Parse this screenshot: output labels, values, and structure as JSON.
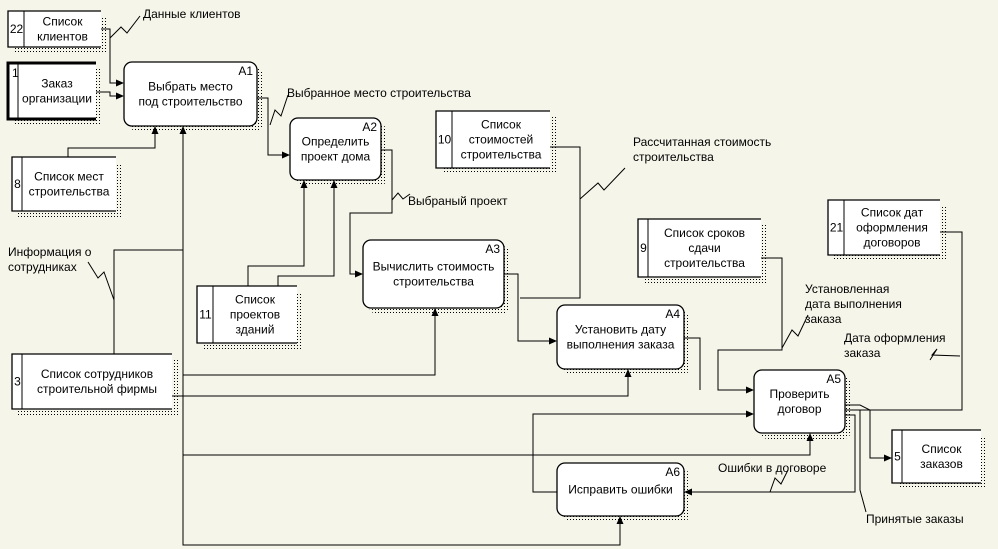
{
  "activities": [
    {
      "id": "A1",
      "lines": [
        "Выбрать место",
        "под строительство"
      ]
    },
    {
      "id": "A2",
      "lines": [
        "Определить",
        "проект дома"
      ]
    },
    {
      "id": "A3",
      "lines": [
        "Вычислить стоимость",
        "строительства"
      ]
    },
    {
      "id": "A4",
      "lines": [
        "Установить дату",
        "выполнения заказа"
      ]
    },
    {
      "id": "A5",
      "lines": [
        "Проверить",
        "договор"
      ]
    },
    {
      "id": "A6",
      "lines": [
        "Исправить ошибки"
      ]
    }
  ],
  "stores": [
    {
      "num": "22",
      "lines": [
        "Список",
        "клиентов"
      ]
    },
    {
      "num": "1",
      "lines": [
        "Заказ",
        "организации"
      ]
    },
    {
      "num": "8",
      "lines": [
        "Список мест",
        "строительства"
      ]
    },
    {
      "num": "11",
      "lines": [
        "Список",
        "проектов",
        "зданий"
      ]
    },
    {
      "num": "3",
      "lines": [
        "Список сотрудников",
        "строительной фирмы"
      ]
    },
    {
      "num": "10",
      "lines": [
        "Список",
        "стоимостей",
        "строительства"
      ]
    },
    {
      "num": "9",
      "lines": [
        "Список сроков",
        "сдачи",
        "строительства"
      ]
    },
    {
      "num": "21",
      "lines": [
        "Список дат",
        "оформления",
        "договоров"
      ]
    },
    {
      "num": "5",
      "lines": [
        "Список",
        "заказов"
      ]
    }
  ],
  "flow_labels": [
    {
      "key": "clients",
      "lines": [
        "Данные клиентов"
      ]
    },
    {
      "key": "place",
      "lines": [
        "Выбранное место строительства"
      ]
    },
    {
      "key": "project",
      "lines": [
        "Выбраный проект"
      ]
    },
    {
      "key": "cost",
      "lines": [
        "Рассчитанная стоимость",
        "строительства"
      ]
    },
    {
      "key": "staff",
      "lines": [
        "Информация о",
        "сотрудниках"
      ]
    },
    {
      "key": "due",
      "lines": [
        "Установленная",
        "дата выполнения",
        "заказа"
      ]
    },
    {
      "key": "contract",
      "lines": [
        "Дата оформления",
        "заказа"
      ]
    },
    {
      "key": "errors",
      "lines": [
        "Ошибки в договоре"
      ]
    },
    {
      "key": "accepted",
      "lines": [
        "Принятые заказы"
      ]
    }
  ]
}
